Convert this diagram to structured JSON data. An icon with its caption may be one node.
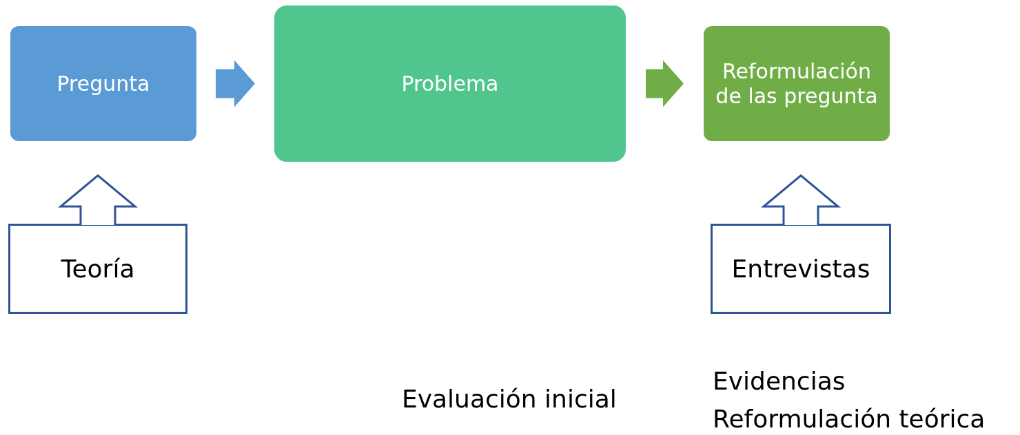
{
  "diagram": {
    "nodes": [
      {
        "text": [
          "Pregunta"
        ]
      },
      {
        "text": [
          "Problema"
        ]
      },
      {
        "text": [
          "Reformulación de las pregunta"
        ]
      },
      {
        "text": [
          "Teoría"
        ]
      },
      {
        "text": [
          "Entrevistas"
        ]
      }
    ],
    "edges": [
      {
        "from": 0,
        "to": 1,
        "arrow": "to",
        "color": "#5b9bd5"
      },
      {
        "from": 1,
        "to": 2,
        "arrow": "to",
        "color": "#70ad47"
      },
      {
        "from": 3,
        "to": 0,
        "arrow": "to",
        "color": "#2f5597"
      },
      {
        "from": 4,
        "to": 2,
        "arrow": "to",
        "color": "#2f5597"
      }
    ],
    "labels": [
      "Evaluación inicial",
      "Evidencias",
      "Reformulación teórica"
    ]
  }
}
